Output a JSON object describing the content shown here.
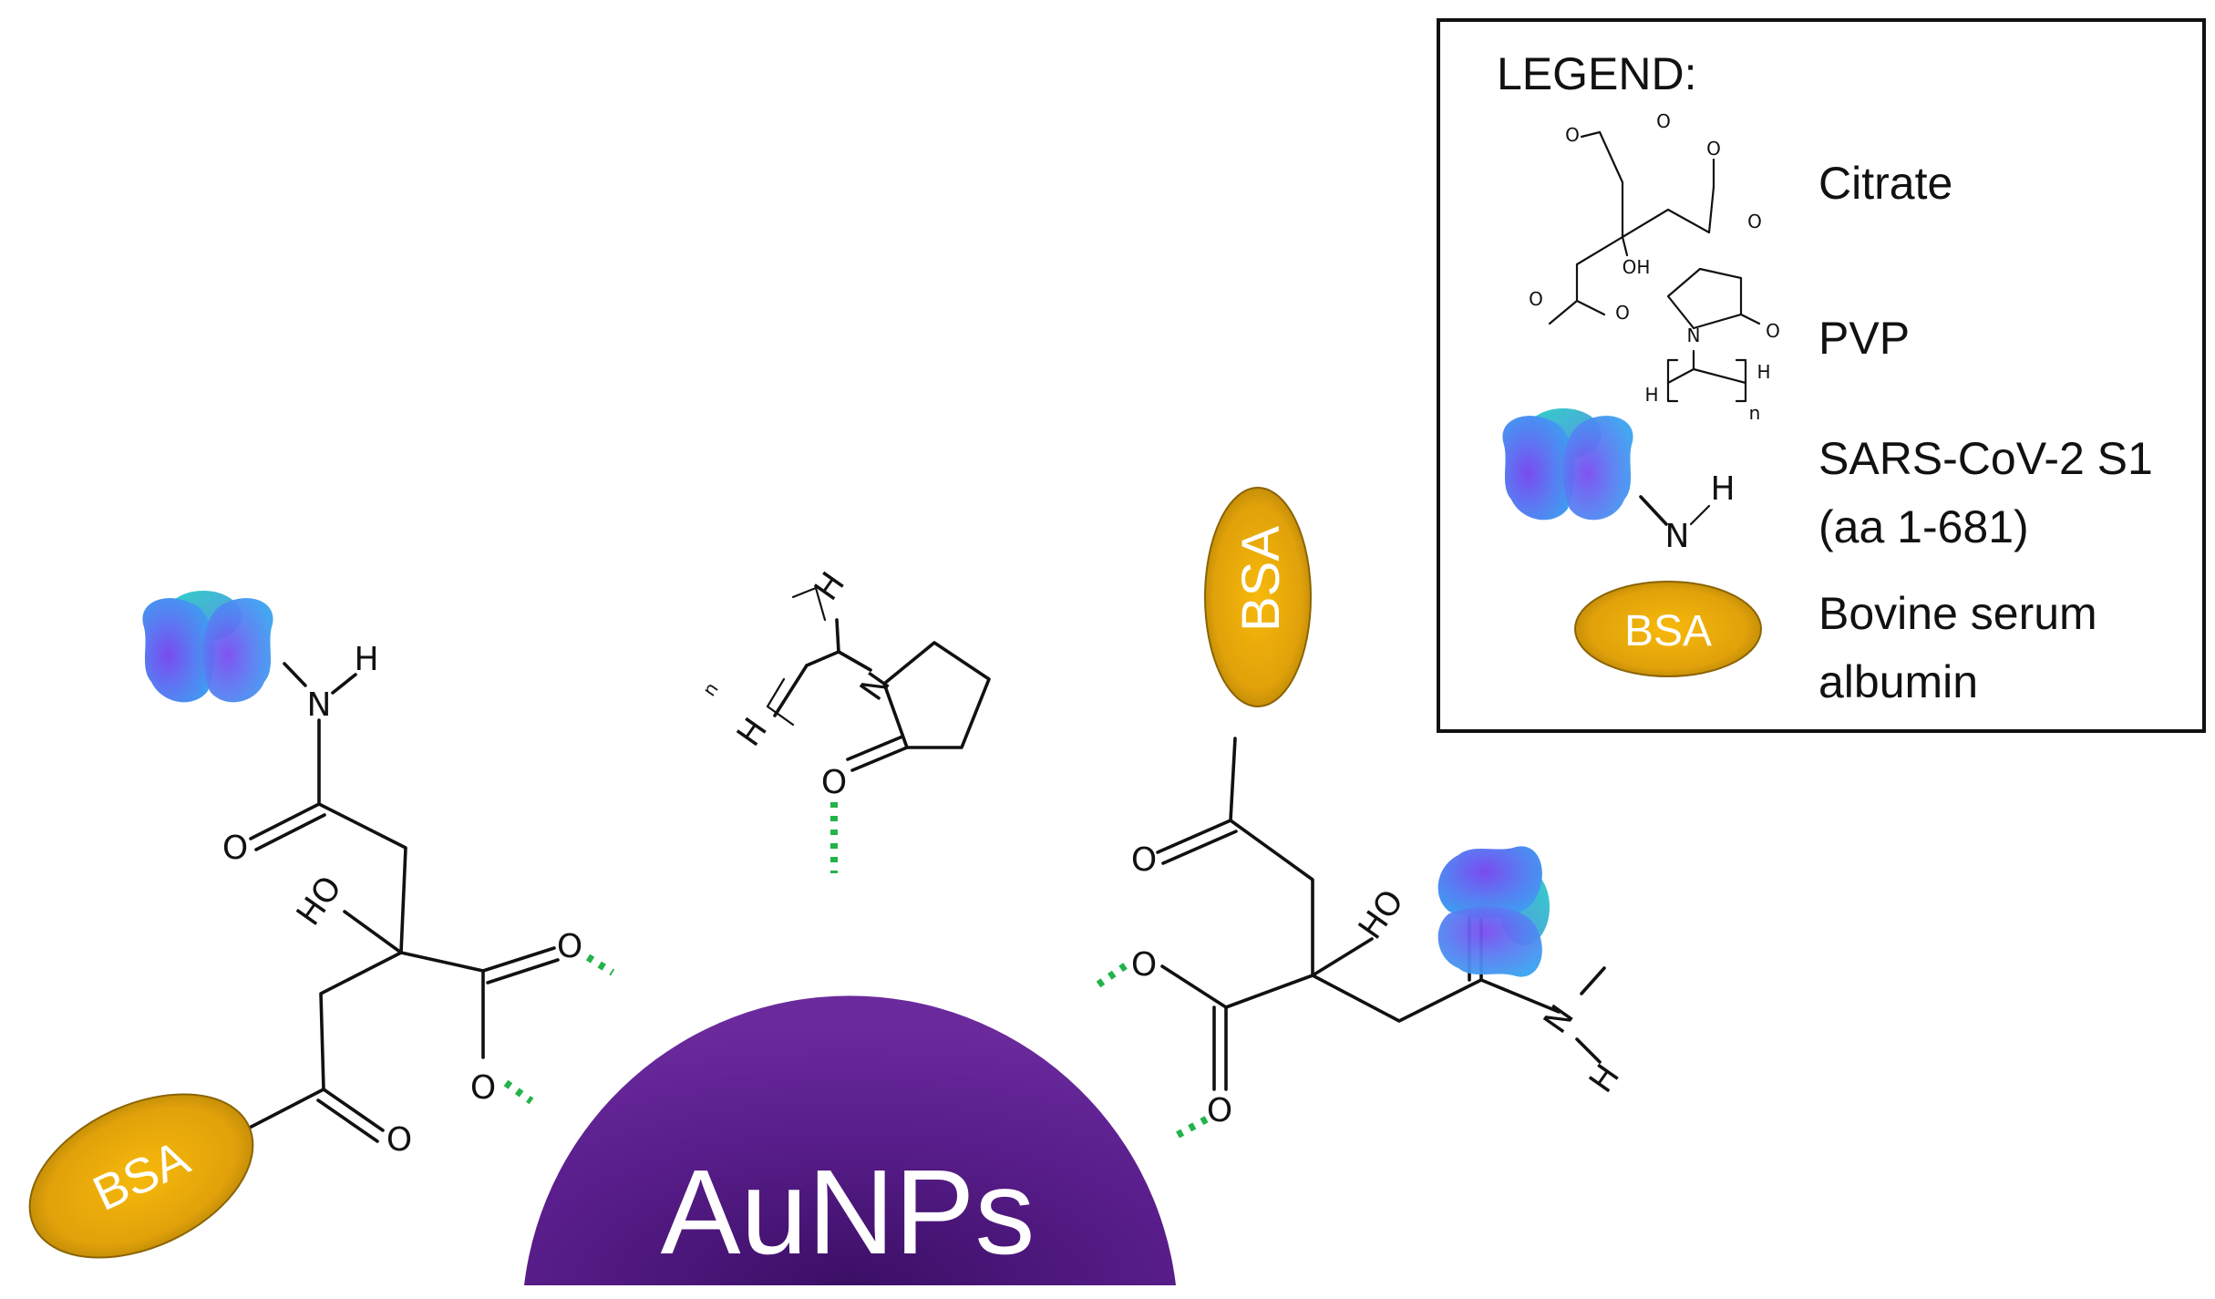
{
  "core": {
    "label": "AuNPs",
    "color": "#5a1e8c"
  },
  "bsa": {
    "label": "BSA",
    "color": "#e7a70a"
  },
  "hbond_color": "#22b34a",
  "atoms": {
    "O": "O",
    "N": "N",
    "H": "H",
    "HO": "HO",
    "n": "n",
    "OH": "OH"
  },
  "legend": {
    "title": "LEGEND:",
    "items": [
      {
        "label": "Citrate"
      },
      {
        "label": "PVP"
      },
      {
        "label_line1": "SARS-CoV-2 S1",
        "label_line2": "(aa 1-681)"
      },
      {
        "label_line1": "Bovine serum",
        "label_line2": "albumin"
      }
    ]
  }
}
